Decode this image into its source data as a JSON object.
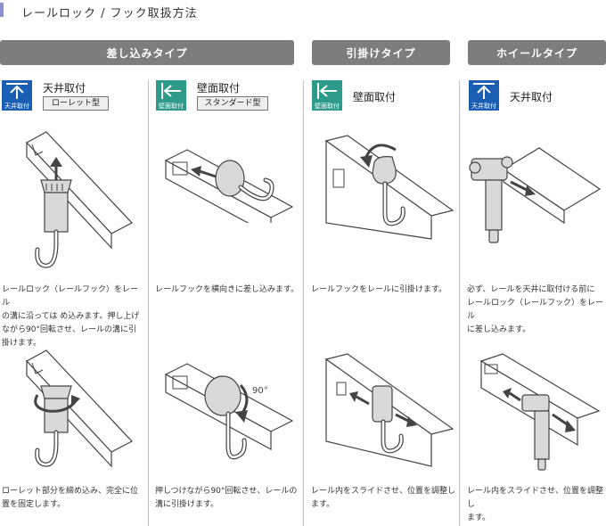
{
  "page": {
    "title": "レールロック / フック取扱方法"
  },
  "categories": {
    "insert": "差し込みタイプ",
    "hang": "引掛けタイプ",
    "wheel": "ホイールタイプ"
  },
  "badges": {
    "ceiling": "天井取付",
    "wall": "壁面取付"
  },
  "methods": [
    {
      "title": "天井取付",
      "sub": "ローレット型"
    },
    {
      "title": "壁面取付",
      "sub": "スタンダード型"
    },
    {
      "title": "壁面取付"
    },
    {
      "title": "天井取付"
    }
  ],
  "descriptions": {
    "col1_top": [
      "レールロック（レールフック）をレール",
      "の溝に沿っては め込みます。押し上げ",
      "ながら90°回転させ、レールの溝に引",
      "掛けます。"
    ],
    "col1_bottom": [
      "ローレット部分を締め込み、完全に位",
      "置を固定します。"
    ],
    "col2_top": [
      "レールフックを横向きに差し込みます。"
    ],
    "col2_bottom": [
      "押しつけながら90°回転させ、レールの",
      "溝に引掛けます。"
    ],
    "col3_top": [
      "レールフックをレールに引掛けます。"
    ],
    "col3_bottom": [
      "レール内をスライドさせ、位置を調整し",
      "ます。"
    ],
    "col4_top": [
      "必ず、レールを天井に取付ける前に",
      "レールロック（レールフック）をレール",
      "に差し込みます。"
    ],
    "col4_bottom": [
      "レール内をスライドさせ、位置を調整し",
      "ます。"
    ]
  },
  "annotations": {
    "degree": "90°"
  },
  "colors": {
    "blue_badge": "#1a5fb4",
    "green_badge": "#2e9b8a",
    "category_bg": "#7d7d7d",
    "accent": "#8d8fd0"
  }
}
